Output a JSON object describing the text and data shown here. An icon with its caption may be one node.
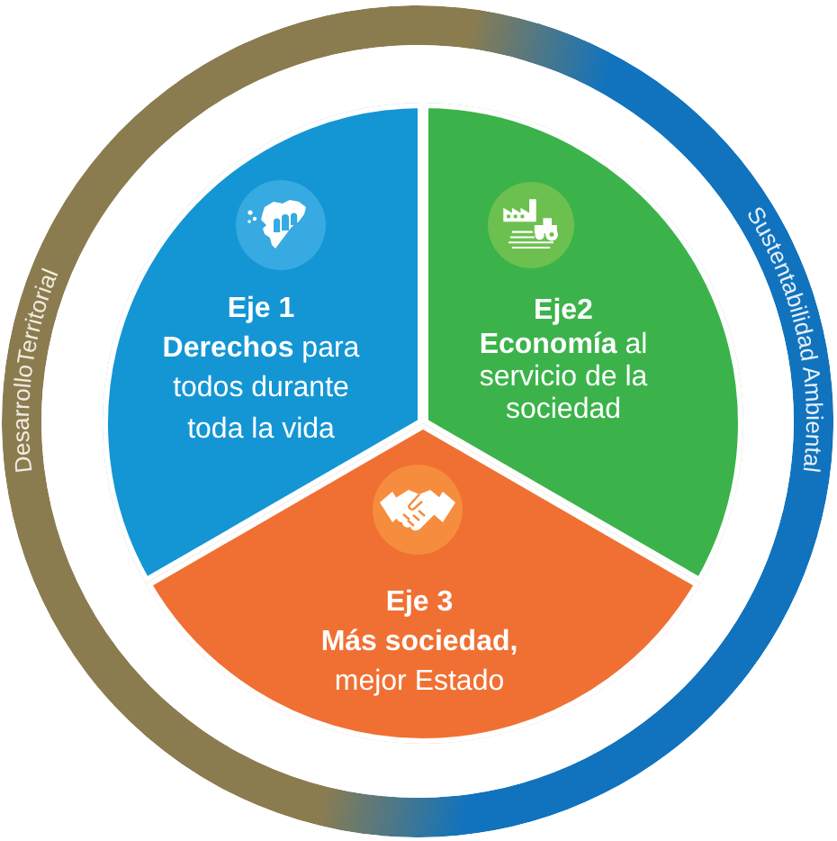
{
  "diagram": {
    "nodes": [
      {
        "text": [
          "Eje 1",
          "**Derechos** para todos durante toda la vida"
        ]
      },
      {
        "text": [
          "Eje2",
          "**Economía** al servicio de la sociedad"
        ]
      },
      {
        "text": [
          "Eje 3",
          "**Más sociedad,** mejor Estado"
        ]
      },
      {
        "text": [
          "DesarrolloTerritorial"
        ]
      },
      {
        "text": [
          "Sustentabilidad Ambiental"
        ]
      }
    ]
  }
}
